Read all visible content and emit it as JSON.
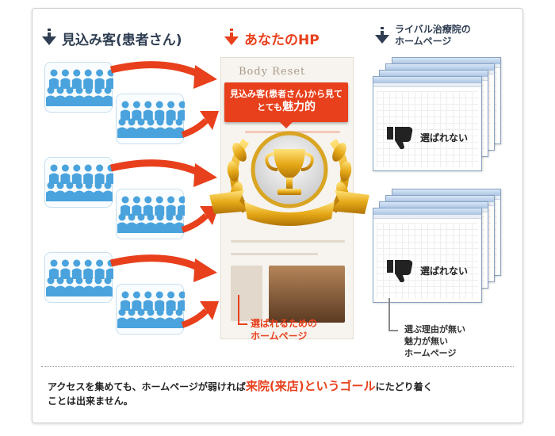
{
  "headers": {
    "customers": "見込み客(患者さん)",
    "your_hp": "あなたのHP",
    "rivals_line1": "ライバル治療院の",
    "rivals_line2": "ホームページ"
  },
  "your_hp": {
    "site_logo": "Body Reset",
    "banner_line1": "見込み客(患者さん)から見て",
    "banner_line2_prefix": "とても",
    "banner_line2_highlight": "魅力的",
    "caption_line1": "選ばれるための",
    "caption_line2": "ホームページ"
  },
  "rivals": {
    "not_chosen_1": "選ばれない",
    "not_chosen_2": "選ばれない",
    "caption_line1": "選ぶ理由が無い",
    "caption_line2": "魅力が無い",
    "caption_line3": "ホームページ"
  },
  "footer": {
    "text_before": "アクセスを集めても、ホームページが弱ければ",
    "highlight": "来院(来店)というゴール",
    "text_after": "にたどり着く",
    "line2": "ことは出来ません。"
  },
  "icons": {
    "header_arrow": "down-arrow-icon",
    "crowd": "people-crowd-icon",
    "flow": "red-curved-arrow-icon",
    "award": "trophy-icon",
    "reject": "thumbs-down-icon"
  },
  "colors": {
    "accent": "#e8401c",
    "navy": "#2f3e53",
    "people": "#4aa3dd"
  }
}
